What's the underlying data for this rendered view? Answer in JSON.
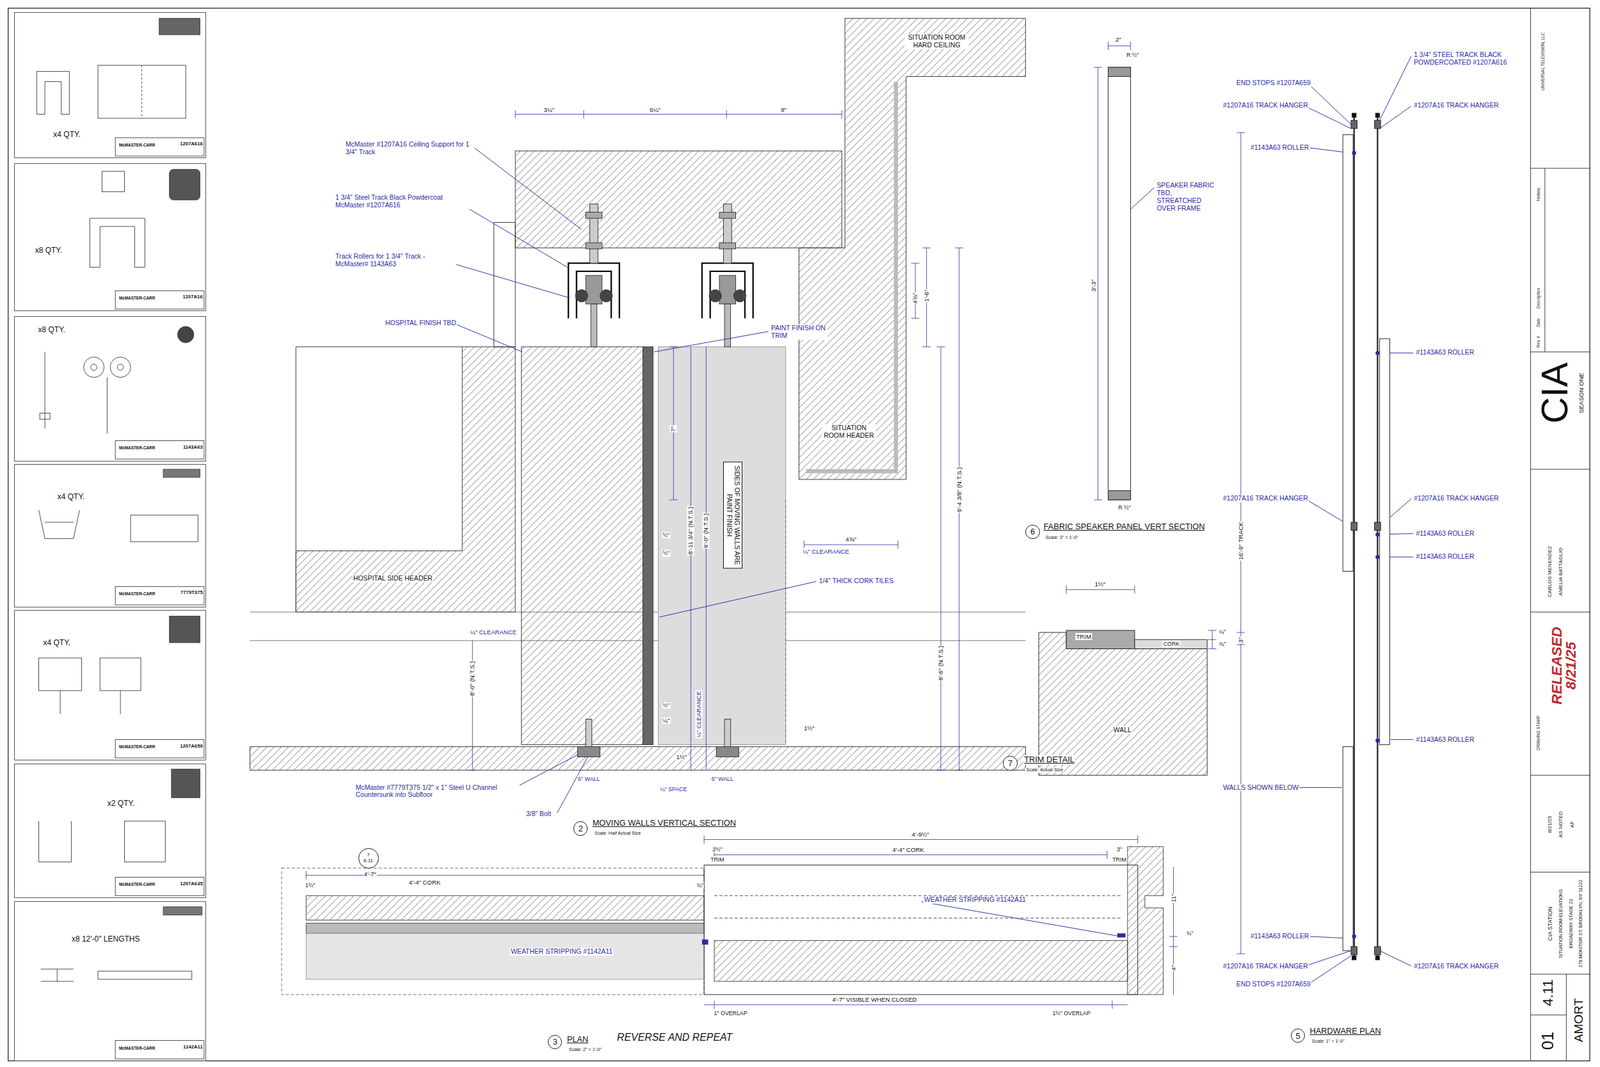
{
  "diagram": {
    "nodes": [
      {
        "text": [
          "x4 QTY.",
          "McMASTER-CARR",
          "1207A616"
        ]
      },
      {
        "text": [
          "x8 QTY.",
          "McMASTER-CARR",
          "1207A16"
        ]
      },
      {
        "text": [
          "x8 QTY.",
          "McMASTER-CARR",
          "1143A63"
        ]
      },
      {
        "text": [
          "x4 QTY.",
          "McMASTER-CARR",
          "7779T375"
        ]
      },
      {
        "text": [
          "x4 QTY.",
          "McMASTER-CARR",
          "1207A659"
        ]
      },
      {
        "text": [
          "x2 QTY.",
          "McMASTER-CARR",
          "1207A635"
        ]
      },
      {
        "text": [
          "x8 12'-0\" LENGTHS",
          "McMASTER-CARR",
          "1142A11"
        ]
      },
      {
        "text": [
          "2"
        ]
      },
      {
        "text": [
          "6"
        ]
      },
      {
        "text": [
          "7"
        ]
      },
      {
        "text": [
          "3"
        ]
      },
      {
        "text": [
          "5"
        ]
      },
      {
        "text": [
          "7",
          "6.11"
        ]
      }
    ],
    "labels": [
      "McMaster #1207A16 Ceiling Support for 1 3/4\" Track",
      "1 3/4\" Steel Track Black Powdercoat McMaster #1207A616",
      "Track Rollers for 1 3/4\" Track - McMaster# 1143A63",
      "HOSPITAL FINISH TBD",
      "PAINT FINISH ON TRIM",
      "SITUATION ROOM HARD CEILING",
      "SITUATION ROOM HEADER",
      "HOSPITAL SIDE HEADER",
      "SIDES OF MOVING WALLS ARE PAINT FINISH",
      "1/4\" THICK CORK TILES",
      "¼\" CLEARANCE",
      "¼\" CLEARANCE",
      "¼\" CLEARANCE",
      "McMaster #7779T375 1/2\" x 1\" Steel U Channel Countersunk into Subfloor",
      "3/8\" Bolt",
      "6\" WALL",
      "6\" WALL",
      "¼\" SPACE",
      "3¼\"",
      "6¼\"",
      "8\"",
      "1'-6\"",
      "4⅝\"",
      "7\"",
      "8'-11 3/4\" (N.T.S.)",
      "9'-0\" (N.T.S.)",
      "9'-4 3/8\" (N.T.S.)",
      "8'-6\" (N.T.S.)",
      "8'-0\" (N.T.S.)",
      "4⅝\"",
      "1½\"",
      "1½\"",
      "½\"",
      "½\"",
      "½\"",
      "¼\"",
      "MOVING WALLS VERTICAL SECTION",
      "Scale: Half Actual Size",
      "2\"",
      "R ½\"",
      "R ½\"",
      "3'-3\"",
      "SPEAKER FABRIC TBD, STREATCHED OVER FRAME",
      "FABRIC SPEAKER PANEL VERT SECTION",
      "Scale: 3\" = 1'-0\"",
      "1½\"",
      "TRIM",
      "CORK",
      "WALL",
      "¼\"",
      "¾\"",
      "TRIM DETAIL",
      "Scale: Actual Size",
      "4'-9½\"",
      "4'-4\" CORK",
      "2½\"",
      "TRIM",
      "3\"",
      "TRIM",
      "4'-7\"",
      "4'-4\" CORK",
      "1½\"",
      "¾\"",
      "WEATHER STRIPPING #1142A11",
      "WEATHER STRIPPING #1142A11",
      "11\"",
      "¾\"",
      "4\"",
      "1\" OVERLAP",
      "4'-7\" VISIBLE WHEN CLOSED",
      "1½\" OVERLAP",
      "PLAN",
      "Scale: 2\" = 1'-0\"",
      "REVERSE AND REPEAT",
      "1 3/4\" STEEL TRACK BLACK POWDERCOATED #1207A616",
      "END STOPS #1207A659",
      "#1207A16 TRACK HANGER",
      "#1207A16 TRACK HANGER",
      "#1143A63 ROLLER",
      "#1143A63 ROLLER",
      "#1207A16 TRACK HANGER",
      "#1207A16 TRACK HANGER",
      "#1143A63 ROLLER",
      "#1143A63 ROLLER",
      "#1143A63 ROLLER",
      "WALLS SHOWN BELOW",
      "#1143A63 ROLLER",
      "#1207A16 TRACK HANGER",
      "#1207A16 TRACK HANGER",
      "END STOPS #1207A659",
      "16'-9\" TRACK",
      "3\"",
      "HARDWARE PLAN",
      "Scale: 1\" = 1'-0\"",
      "UNIVERSAL TELEVISION, LLC",
      "Notes:",
      "Rev. #",
      "Date",
      "Description",
      "CIA",
      "SEASON ONE",
      "CARLOS MENENDEZ",
      "AMELIA BATTAGLIO",
      "DRAWING STAMP",
      "RELEASED 8/21/25",
      "8/21/25",
      "AS NOTED",
      "AF",
      "CIA STATION",
      "SITUATION ROOM ELEVATIONS",
      "BROADWAY STAGE 23",
      "278 MONITOR ST, BROOKLYN, NY 11222",
      "01",
      "4.11",
      "AMORT"
    ]
  }
}
